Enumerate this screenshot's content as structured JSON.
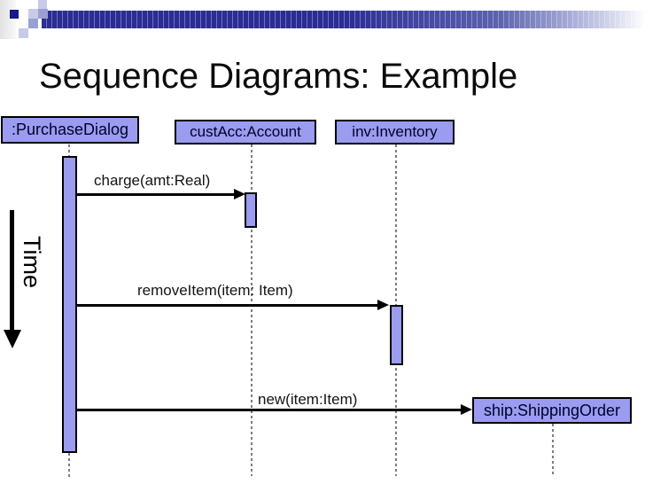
{
  "slide": {
    "title": "Sequence Diagrams: Example"
  },
  "diagram": {
    "type": "uml-sequence",
    "time_axis_label": "Time",
    "actors": [
      {
        "id": "purchase_dialog",
        "label": ":PurchaseDialog"
      },
      {
        "id": "cust_acc",
        "label": "custAcc:Account"
      },
      {
        "id": "inventory",
        "label": "inv:Inventory"
      },
      {
        "id": "shipping_order",
        "label": "ship:ShippingOrder"
      }
    ],
    "messages": [
      {
        "label": "charge(amt:Real)",
        "from": ":PurchaseDialog",
        "to": "custAcc:Account"
      },
      {
        "label": "removeItem(item: Item)",
        "from": ":PurchaseDialog",
        "to": "inv:Inventory"
      },
      {
        "label": "new(item:Item)",
        "from": ":PurchaseDialog",
        "to": "ship:ShippingOrder",
        "creates_object": true
      }
    ]
  },
  "theme": {
    "actor_box_fill": "#9b9bef",
    "actor_box_border": "#000000",
    "header_bar_navy": "#2a2d93",
    "decor_navy": "#191989",
    "decor_lavender": "#c7cbe8",
    "decor_periwinkle": "#9aa0d2",
    "lifeline_gray": "#7d7d7d",
    "title_color": "#0b0b0b"
  }
}
